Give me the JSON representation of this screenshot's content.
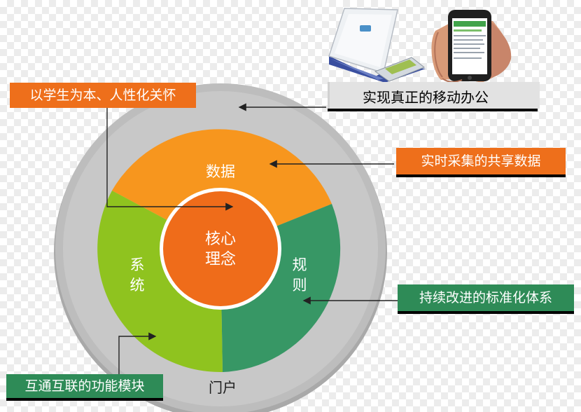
{
  "labels": {
    "top_left": "以学生为本、人性化关怀",
    "top_right": "实现真正的移动办公",
    "right_upper": "实时采集的共享数据",
    "right_lower": "持续改进的标准化体系",
    "bottom_left": "互通互联的功能模块",
    "outer_ring": "门户"
  },
  "sectors": {
    "data": "数据",
    "rules_1": "规",
    "rules_2": "则",
    "system_1": "系",
    "system_2": "统"
  },
  "core": {
    "line1": "核心",
    "line2": "理念"
  },
  "colors": {
    "orange_label": "#ee6f1b",
    "green_label": "#2e8b57",
    "orange_sector": "#f7961e",
    "green_sector": "#379765",
    "lime_sector": "#8fc31f",
    "core": "#ef6c1a",
    "outer_ring": "#bfbfbf"
  }
}
